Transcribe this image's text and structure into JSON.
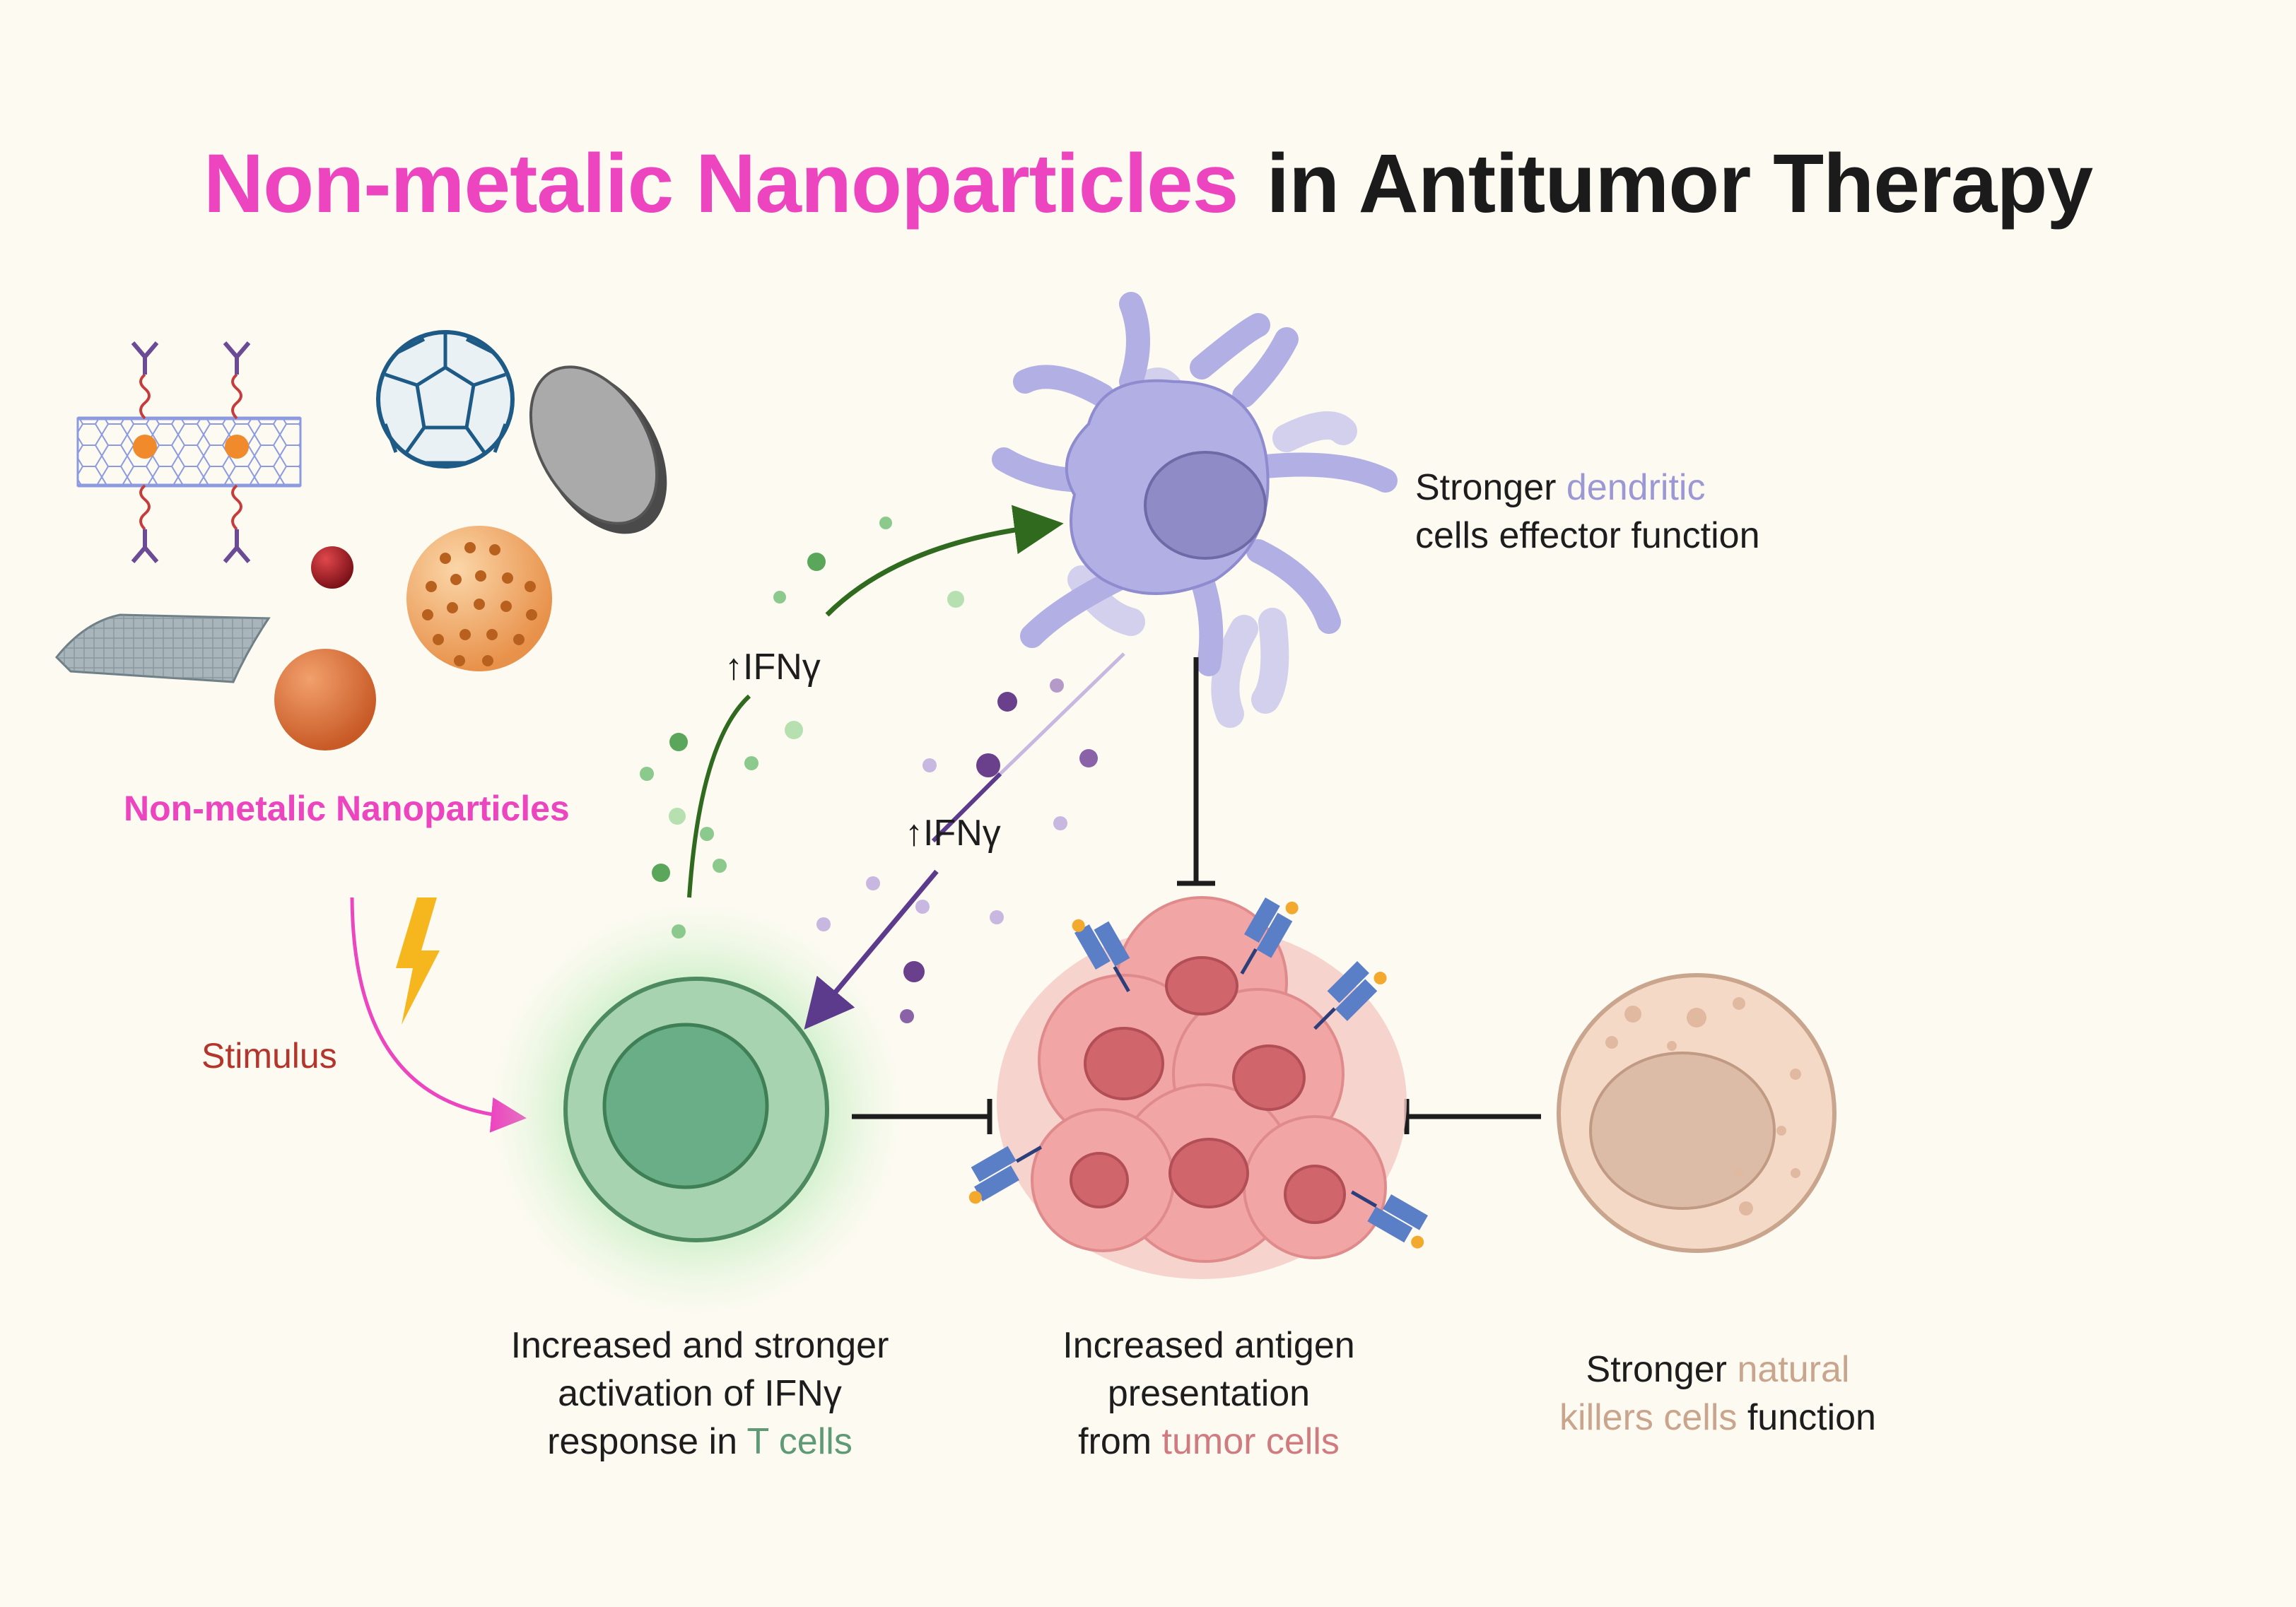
{
  "title": {
    "part1": "Non-metalic Nanoparticles",
    "part2": "in Antitumor Therapy"
  },
  "labels": {
    "nanoparticles": "Non-metalic Nanoparticles",
    "stimulus": "Stimulus",
    "ifn_upper": "↑IFNγ",
    "ifn_lower": "↑IFNγ"
  },
  "dendritic": {
    "pre": "Stronger ",
    "highlight": "dendritic",
    "line2": "cells effector function"
  },
  "t_cells": {
    "line1": "Increased and stronger",
    "line2": "activation of IFNγ",
    "line3_pre": "response in ",
    "line3_highlight": "T cells"
  },
  "tumor": {
    "line1": "Increased antigen",
    "line2": "presentation",
    "line3_pre": "from ",
    "line3_highlight": "tumor cells"
  },
  "nk": {
    "line1_pre": "Stronger ",
    "line1_highlight": "natural",
    "line2_highlight": "killers cells",
    "line2_post": " function"
  },
  "colors": {
    "title_pink": "#ec45bf",
    "dendritic": "#9c98d6",
    "t_cell": "#5f9a76",
    "tumor": "#d07b80",
    "nk": "#c9a58d",
    "stimulus": "#b3352c",
    "green_arrow": "#2f6a1f",
    "purple_arrow": "#5c3a8c"
  },
  "icons": [
    "carbon-nanotube",
    "fullerene",
    "graphite-disk",
    "red-nanoparticle",
    "porous-sphere",
    "graphene-sheet",
    "orange-sphere",
    "lightning-bolt",
    "dendritic-cell",
    "t-cell",
    "tumor-cluster",
    "nk-cell",
    "mhc-receptor"
  ]
}
